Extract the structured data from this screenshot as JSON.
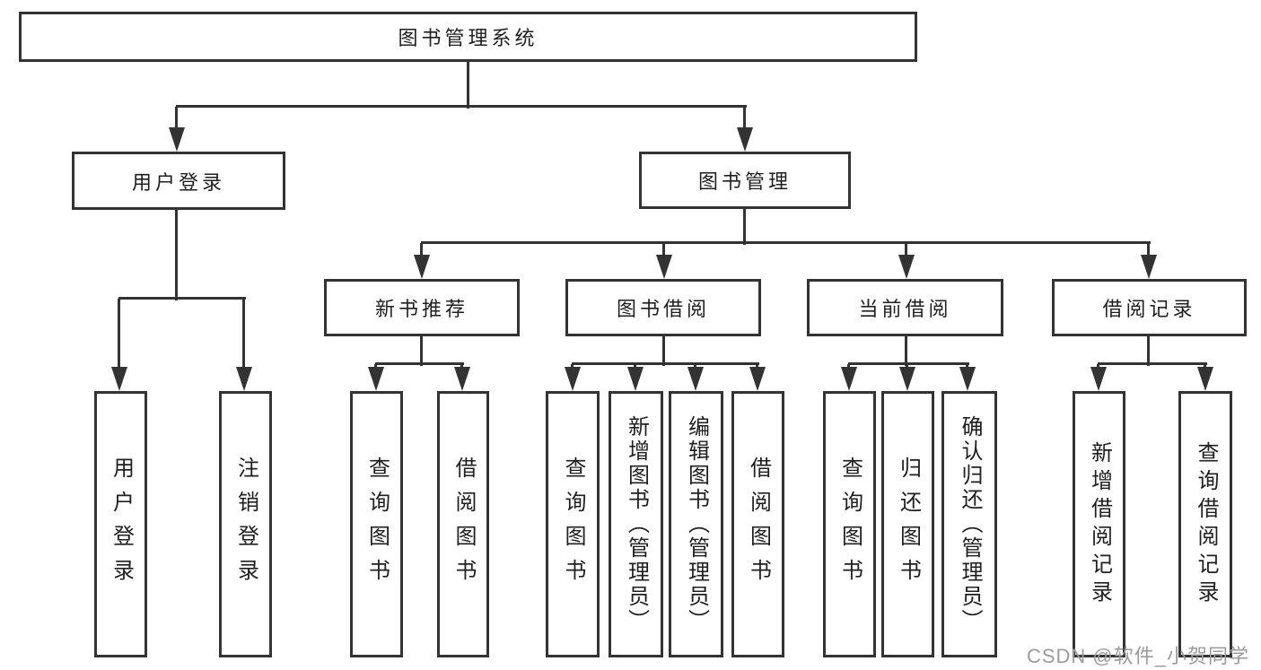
{
  "colors": {
    "background": "#ffffff",
    "line": "#333333",
    "border": "#333333",
    "text": "#1f1f1f",
    "watermark": "#9b9b9b"
  },
  "watermark": "CSDN @软件_小贺同学",
  "tree": {
    "label": "图书管理系统",
    "children": [
      {
        "label": "用户登录",
        "children": [
          {
            "label": "用户登录"
          },
          {
            "label": "注销登录"
          }
        ]
      },
      {
        "label": "图书管理",
        "children": [
          {
            "label": "新书推荐",
            "children": [
              {
                "label": "查询图书"
              },
              {
                "label": "借阅图书"
              }
            ]
          },
          {
            "label": "图书借阅",
            "children": [
              {
                "label": "查询图书"
              },
              {
                "label": "新增图书（管理员）"
              },
              {
                "label": "编辑图书（管理员）"
              },
              {
                "label": "借阅图书"
              }
            ]
          },
          {
            "label": "当前借阅",
            "children": [
              {
                "label": "查询图书"
              },
              {
                "label": "归还图书"
              },
              {
                "label": "确认归还（管理员）"
              }
            ]
          },
          {
            "label": "借阅记录",
            "children": [
              {
                "label": "新增借阅记录"
              },
              {
                "label": "查询借阅记录"
              }
            ]
          }
        ]
      }
    ]
  }
}
